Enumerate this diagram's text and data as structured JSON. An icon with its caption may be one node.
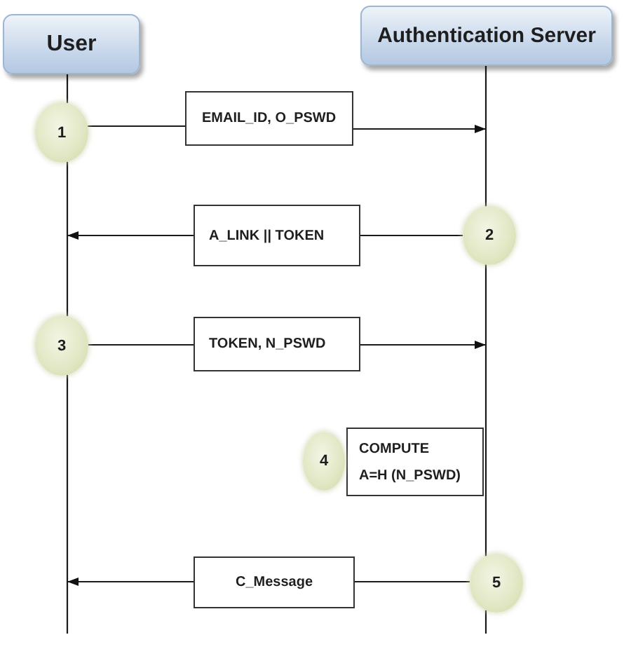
{
  "diagram": {
    "nodes": [
      {
        "text": [
          "User"
        ]
      },
      {
        "text": [
          "Authentication Server"
        ]
      },
      {
        "text": [
          "1"
        ]
      },
      {
        "text": [
          "EMAIL_ID, O_PSWD"
        ]
      },
      {
        "text": [
          "2"
        ]
      },
      {
        "text": [
          "A_LINK || TOKEN"
        ]
      },
      {
        "text": [
          "3"
        ]
      },
      {
        "text": [
          "TOKEN, N_PSWD"
        ]
      },
      {
        "text": [
          "4"
        ]
      },
      {
        "text": [
          "COMPUTE",
          "A=H (N_PSWD)"
        ]
      },
      {
        "text": [
          "5"
        ]
      },
      {
        "text": [
          "C_Message"
        ]
      }
    ],
    "edges": [
      {
        "from": 0,
        "to": 2,
        "arrow": "none"
      },
      {
        "from": 2,
        "to": 6,
        "arrow": "none"
      },
      {
        "from": 6,
        "to": null,
        "arrow": "none"
      },
      {
        "from": 1,
        "to": 4,
        "arrow": "none"
      },
      {
        "from": 4,
        "to": 10,
        "arrow": "none"
      },
      {
        "from": 10,
        "to": null,
        "arrow": "none"
      },
      {
        "from": 2,
        "to": 3,
        "arrow": "none"
      },
      {
        "from": 3,
        "to": null,
        "arrow": "to"
      },
      {
        "from": 4,
        "to": 5,
        "arrow": "none"
      },
      {
        "from": 5,
        "to": null,
        "arrow": "to"
      },
      {
        "from": 6,
        "to": 7,
        "arrow": "none"
      },
      {
        "from": 7,
        "to": null,
        "arrow": "to"
      },
      {
        "from": 10,
        "to": 11,
        "arrow": "none"
      },
      {
        "from": 11,
        "to": null,
        "arrow": "to"
      }
    ]
  }
}
